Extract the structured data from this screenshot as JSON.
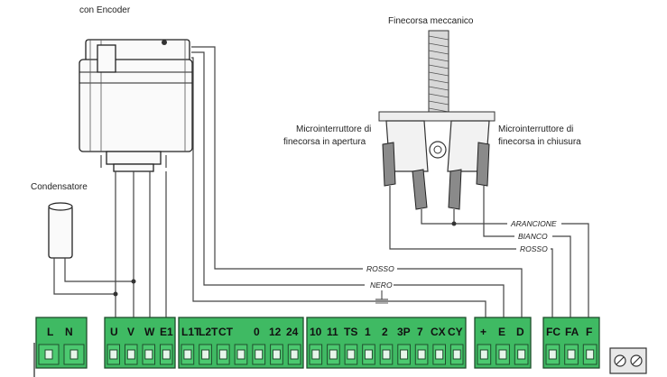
{
  "labels": {
    "motor_caption": "con Encoder",
    "limit_switch_title": "Finecorsa meccanico",
    "micro_open_line1": "Microinterruttore di",
    "micro_open_line2": "finecorsa in apertura",
    "micro_close_line1": "Microinterruttore di",
    "micro_close_line2": "finecorsa in chiusura",
    "capacitor": "Condensatore"
  },
  "wire_labels": {
    "rosso_1": "ROSSO",
    "nero": "NERO",
    "arancione": "ARANCIONE",
    "bianco": "BIANCO",
    "rosso_2": "ROSSO"
  },
  "terminal_blocks": [
    {
      "name": "power",
      "terminals": [
        "L",
        "N"
      ]
    },
    {
      "name": "motor",
      "terminals": [
        "U",
        "V",
        "W",
        "E1"
      ]
    },
    {
      "name": "controls-a",
      "terminals": [
        "L1T",
        "L2T",
        "CT",
        "",
        "0",
        "12",
        "24"
      ]
    },
    {
      "name": "controls-b",
      "terminals": [
        "10",
        "11",
        "TS",
        "1",
        "2",
        "3P",
        "7",
        "CX",
        "CY"
      ]
    },
    {
      "name": "encoder",
      "terminals": [
        "+",
        "E",
        "D"
      ]
    },
    {
      "name": "limit-switch",
      "terminals": [
        "FC",
        "FA",
        "F"
      ]
    }
  ]
}
